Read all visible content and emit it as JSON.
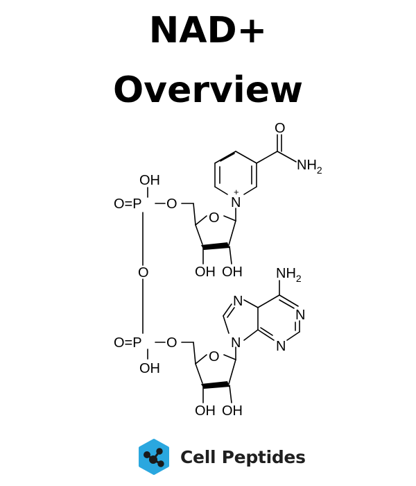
{
  "title": {
    "line1": "NAD+",
    "line2": "Overview"
  },
  "atoms": {
    "carbonyl_o": "O",
    "amide_nh2_nic": "NH2",
    "pyridinium_n": "N",
    "pyridinium_charge": "+",
    "phosphate_top_oh": "OH",
    "phosphate_top_o_double": "O=P",
    "phosphate_top_bridge_o": "O",
    "ribose1_ring_o": "O",
    "ribose1_oh_left": "OH",
    "ribose1_oh_right": "OH",
    "pyrophosphate_bridge_o": "O",
    "adenine_nh2": "NH2",
    "adenine_n7": "N",
    "adenine_n1": "N",
    "adenine_n3": "N",
    "adenine_n9": "N",
    "phosphate_bottom_o_double": "O=P",
    "phosphate_bottom_bridge_o": "O",
    "phosphate_bottom_oh": "OH",
    "ribose2_ring_o": "O",
    "ribose2_oh_left": "OH",
    "ribose2_oh_right": "OH"
  },
  "brand": {
    "name": "Cell Peptides",
    "accent": "#2aa7df",
    "dark": "#1a1a1a"
  }
}
